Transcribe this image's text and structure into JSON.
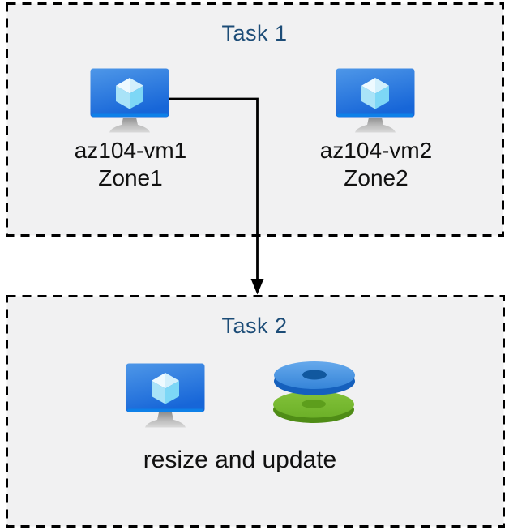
{
  "colors": {
    "background": "#ffffff",
    "box_fill": "#f1f1f2",
    "box_border": "#000000",
    "task_title": "#1c4c77",
    "label_text": "#111111",
    "arrow": "#000000",
    "vm_screen_blue_top": "#4e97e8",
    "vm_screen_blue_bottom": "#1766d8",
    "vm_cube_light": "#e9f7fe",
    "disk_blue_top": "#4f9ae6",
    "disk_blue_side": "#1560bd",
    "disk_blue_hole": "#11589f",
    "disk_green_top": "#74b62c",
    "disk_green_side": "#4f8c16"
  },
  "task1": {
    "title": "Task 1",
    "vms": [
      {
        "name": "az104-vm1",
        "zone": "Zone1",
        "icon": "azure-vm-icon"
      },
      {
        "name": "az104-vm2",
        "zone": "Zone2",
        "icon": "azure-vm-icon"
      }
    ]
  },
  "task2": {
    "title": "Task 2",
    "caption": "resize and update",
    "icons": [
      "azure-vm-icon",
      "azure-disks-icon"
    ]
  },
  "connector": {
    "type": "elbow-arrow",
    "from": "az104-vm1",
    "to": "Task 2"
  }
}
